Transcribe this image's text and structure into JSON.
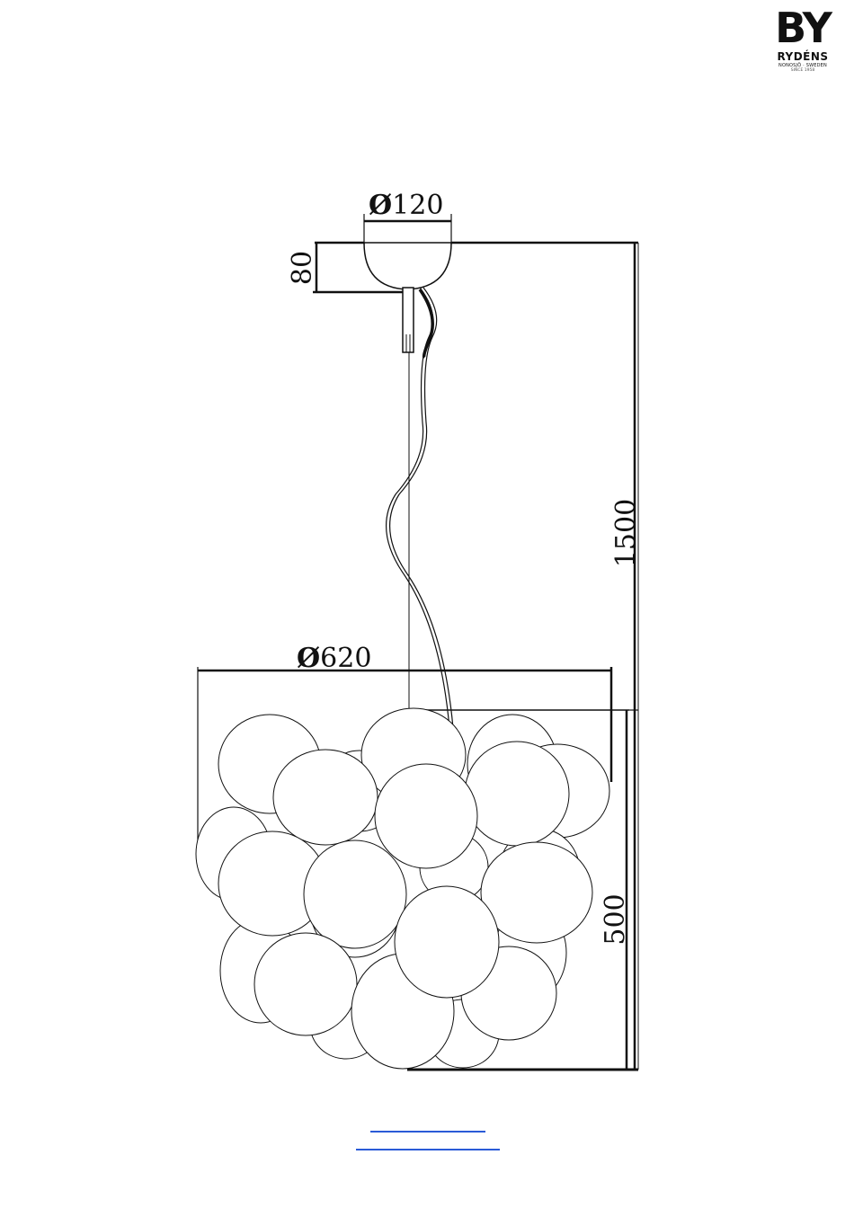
{
  "logo": {
    "mark": "BY",
    "name": "RYDÉNS",
    "tagline": "NONOSJÖ · SWEDEN",
    "since": "SINCE 1958"
  },
  "dimensions": {
    "canopy_diameter": "120",
    "canopy_height": "80",
    "total_height": "1500",
    "shade_diameter": "620",
    "shade_height": "500",
    "diameter_symbol": "Ø"
  },
  "colors": {
    "line": "#111111",
    "link_underline": "#2a5bd7"
  }
}
